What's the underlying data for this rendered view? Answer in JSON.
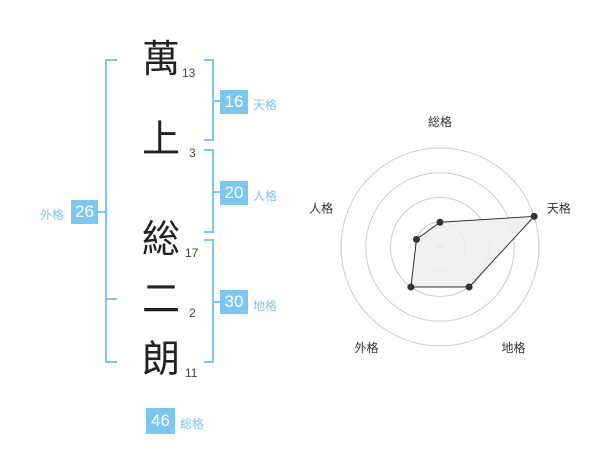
{
  "characters": [
    {
      "char": "萬",
      "strokes": "13"
    },
    {
      "char": "上",
      "strokes": "3"
    },
    {
      "char": "総",
      "strokes": "17"
    },
    {
      "char": "二",
      "strokes": "2"
    },
    {
      "char": "朗",
      "strokes": "11"
    }
  ],
  "fortunes": {
    "tenkaku": {
      "value": "16",
      "label": "天格"
    },
    "jinkaku": {
      "value": "20",
      "label": "人格"
    },
    "chikaku": {
      "value": "30",
      "label": "地格"
    },
    "gaikaku": {
      "value": "26",
      "label": "外格"
    },
    "soukaku": {
      "value": "46",
      "label": "総格"
    }
  },
  "colors": {
    "accent": "#7cc6f0",
    "text": "#222222",
    "grid": "#cccccc",
    "polygon_fill": "#eeeeee",
    "polygon_stroke": "#333333"
  },
  "chart_data": {
    "type": "radar",
    "axes": [
      "総格",
      "天格",
      "地格",
      "外格",
      "人格"
    ],
    "values": [
      1,
      4,
      2,
      2,
      1
    ],
    "max": 4,
    "rings": 4
  }
}
